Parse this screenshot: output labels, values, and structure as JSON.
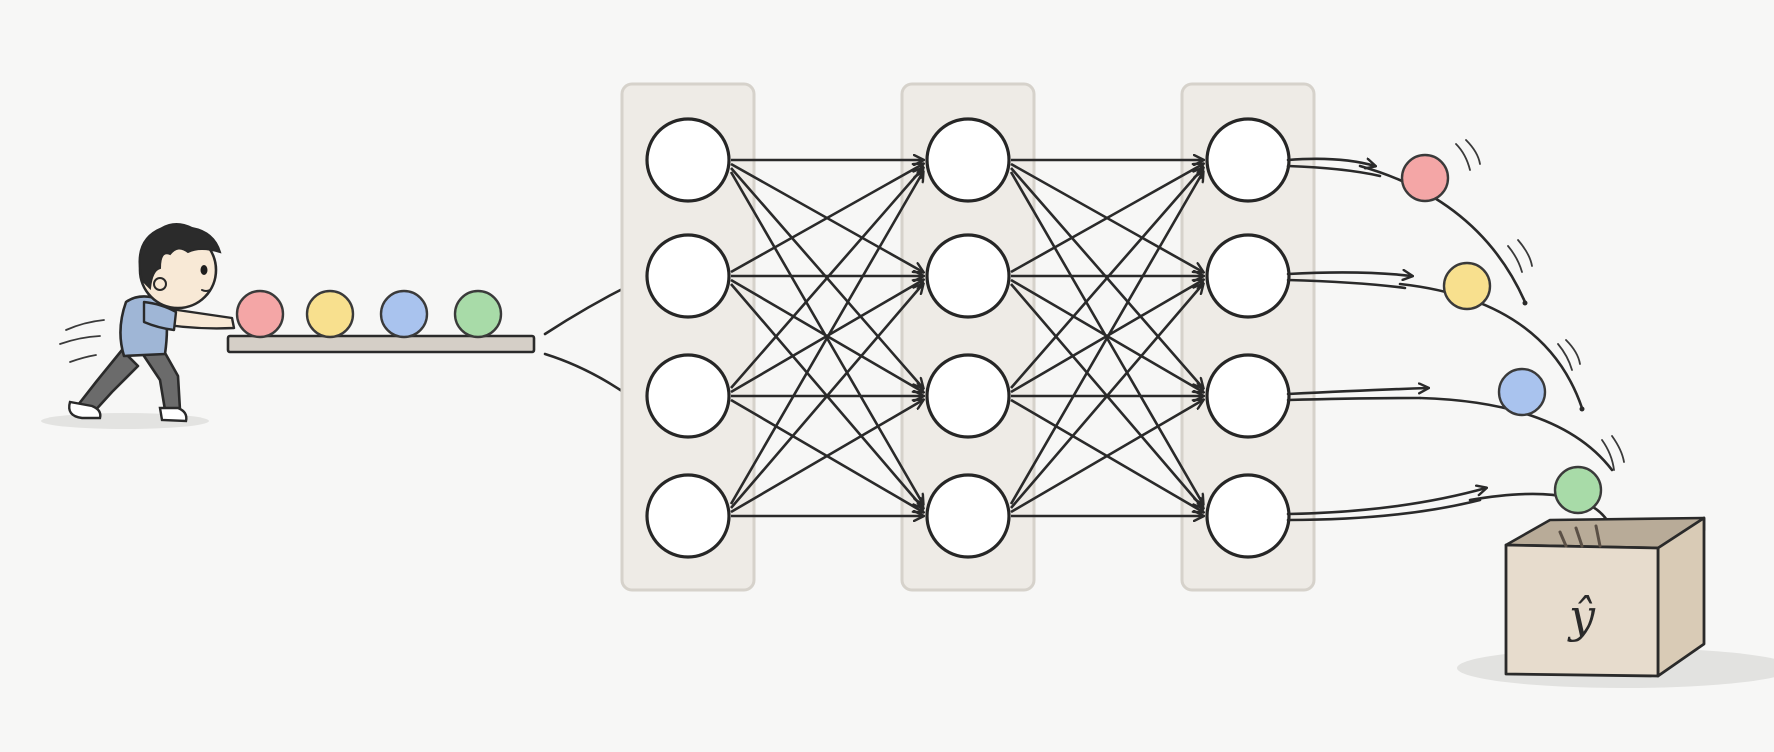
{
  "diagram": {
    "layers": [
      {
        "neurons": 4
      },
      {
        "neurons": 4
      },
      {
        "neurons": 4
      }
    ],
    "balls": [
      "#f4a6a6",
      "#f8e08e",
      "#a9c3ee",
      "#a8dba8"
    ],
    "output_label": "ŷ"
  },
  "colors": {
    "background": "#f7f7f6",
    "ink": "#2a2a2a",
    "panel": "#eeebe6",
    "box": "#e7dccd",
    "shirt": "#9fb6d6",
    "pants": "#6b6b6b",
    "skin": "#f8e9d6"
  }
}
